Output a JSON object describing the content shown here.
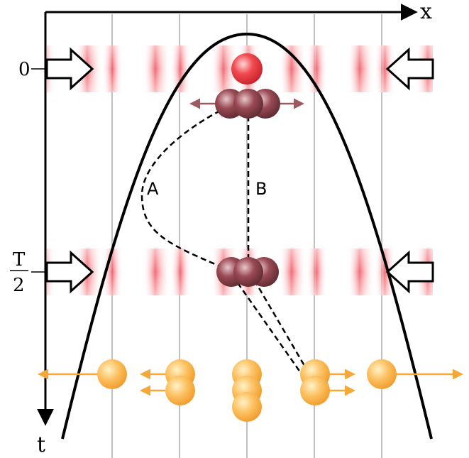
{
  "axes": {
    "x_label": "x",
    "t_label": "t"
  },
  "ticks": {
    "zero_label": "0",
    "half_period_numerator": "T",
    "half_period_denominator": "2"
  },
  "paths": {
    "path_a_label": "A",
    "path_b_label": "B"
  },
  "colors": {
    "axis": "#000000",
    "grid": "#808080",
    "lattice": "#f05a64",
    "bright_atom": "#e8303a",
    "dark_atom": "#8a3c44",
    "momentum_arrow": "#9e5a60",
    "output_atom": "#f5b24a",
    "output_arrow": "#f5a83a"
  },
  "icons": {
    "pulse_arrow": "hollow-arrow-icon",
    "atom": "atom-sphere-icon"
  }
}
